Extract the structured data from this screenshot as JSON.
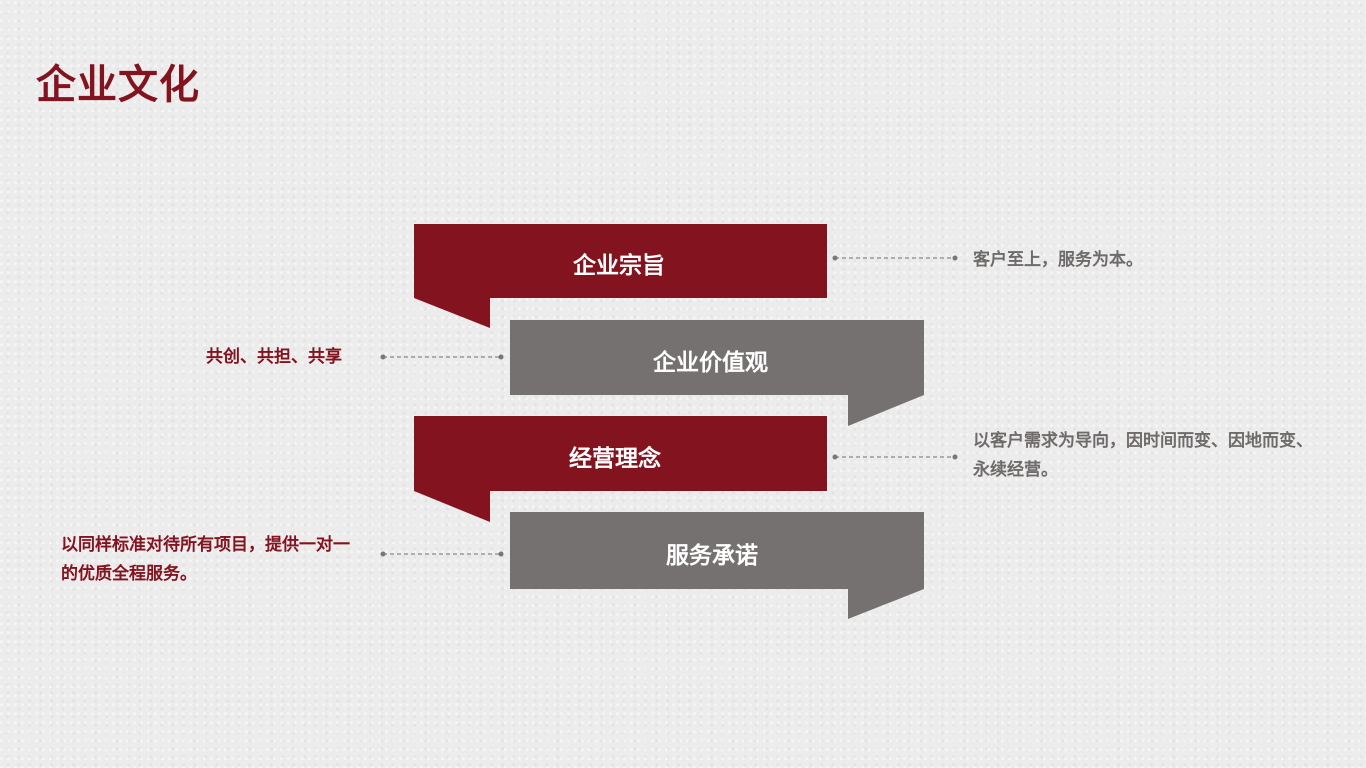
{
  "title": "企业文化",
  "colors": {
    "accent": "#841320",
    "gray": "#757170"
  },
  "items": [
    {
      "label": "企业宗旨",
      "description": "客户至上，服务为本。"
    },
    {
      "label": "企业价值观",
      "description": "共创、共担、共享"
    },
    {
      "label": "经营理念",
      "description": "以客户需求为导向，因时间而变、因地而变、永续经营。"
    },
    {
      "label": "服务承诺",
      "description": "以同样标准对待所有项目，提供一对一的优质全程服务。"
    }
  ]
}
